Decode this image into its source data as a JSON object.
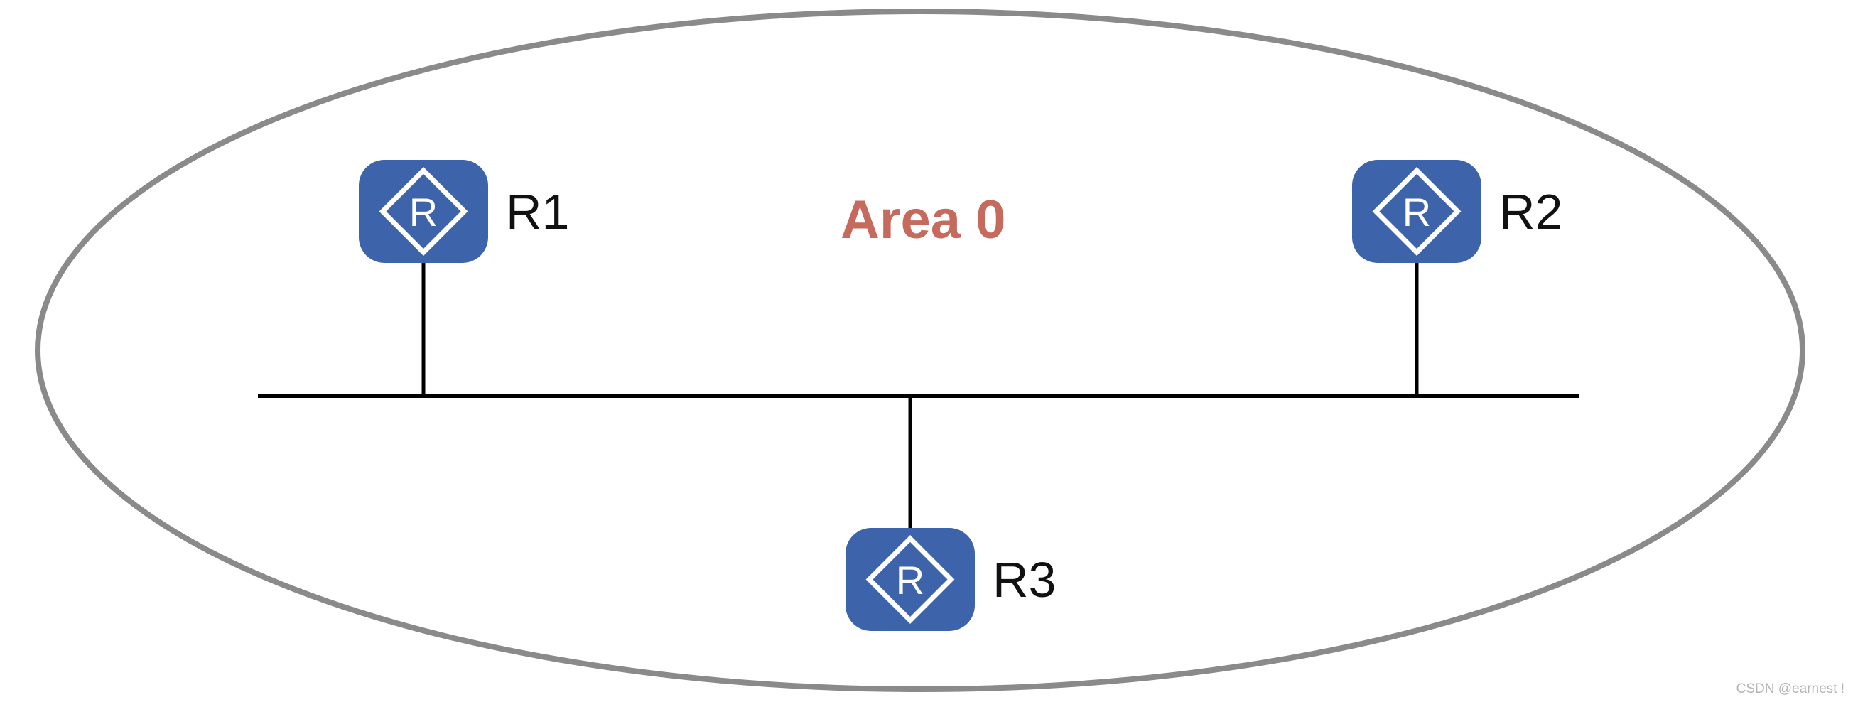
{
  "diagram": {
    "type": "network-topology",
    "area_label": "Area 0",
    "icon_letter": "R",
    "routers": [
      {
        "id": "r1",
        "label": "R1"
      },
      {
        "id": "r2",
        "label": "R2"
      },
      {
        "id": "r3",
        "label": "R3"
      }
    ],
    "links": [
      {
        "from": "R1",
        "to": "bus"
      },
      {
        "from": "R2",
        "to": "bus"
      },
      {
        "from": "R3",
        "to": "bus"
      }
    ],
    "watermark": "CSDN @earnest !",
    "colors": {
      "router_fill": "#3D64AA",
      "area_label": "#C66A5E",
      "ellipse_stroke": "#8A8A8A",
      "link_line": "#000000",
      "label_text": "#111111",
      "watermark": "#B3B3B3"
    }
  }
}
